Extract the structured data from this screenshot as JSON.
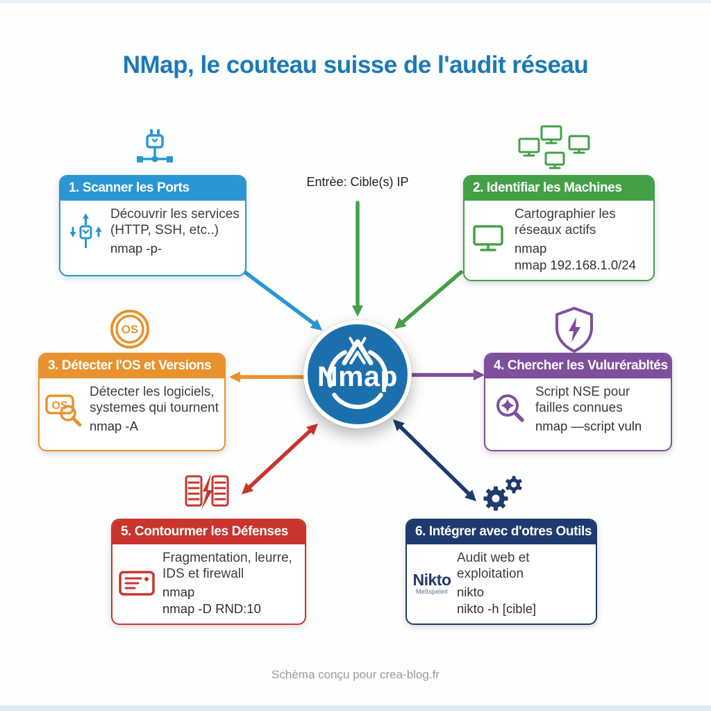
{
  "title": "NMap, le couteau suisse de l'audit réseau",
  "input_label": "Entrèe: Cible(s) IP",
  "center_label": "Nmap",
  "footer": "Schèma conçu pour crea-blog.fr",
  "colors": {
    "title": "#1b79b8",
    "blue": "#2b96d4",
    "green": "#43a047",
    "orange": "#e8922f",
    "purple": "#7d4f9d",
    "red": "#c9342e",
    "navy": "#1e3a6e",
    "center": "#1c6fad",
    "footer": "#9b9b9b"
  },
  "icons": {
    "os_label": "OS",
    "box1_top": "network-plug-icon",
    "box2_top": "computers-cluster-icon",
    "box3_top": "os-badge-icon",
    "box4_top": "shield-bolt-icon",
    "box5_top": "firewall-breach-icon",
    "box6_top": "gears-icon"
  },
  "boxes": [
    {
      "title": "1. Scanner les Ports",
      "desc": "Découvrir les services (HTTP, SSH, etc..)",
      "commands": [
        "nmap -p-"
      ]
    },
    {
      "title": "2. Identifiar les Machines",
      "desc": "Cartographier les réseaux actifs",
      "commands": [
        "nmap",
        "nmap 192.168.1.0/24"
      ]
    },
    {
      "title": "3. Détecter l'OS et Versions",
      "desc": "Détecter les logiciels, systemes qui tournent",
      "commands": [
        "nmap -A"
      ]
    },
    {
      "title": "4. Chercher les Vulurérabltés",
      "desc": "Script NSE pour failles connues",
      "commands": [
        "nmap —script vuln"
      ]
    },
    {
      "title": "5. Contourmer les Défenses",
      "desc": "Fragmentation, leurre, IDS et firewall",
      "commands": [
        "nmap",
        "nmap -D RND:10"
      ]
    },
    {
      "title": "6. Intégrer avec d'otres Outils",
      "desc": "Audit web et exploitation",
      "commands": [
        "nikto",
        "nikto -h [cible]"
      ],
      "logo": {
        "text": "Nikto",
        "sub": "Meßspeleit"
      }
    }
  ]
}
